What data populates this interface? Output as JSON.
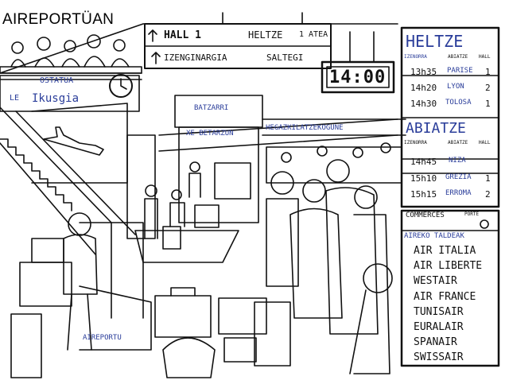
{
  "page": {
    "title": "AIREPORTÜAN"
  },
  "top_sign": {
    "row1": {
      "left": "HALL 1",
      "middle": "HELTZE",
      "right": "1 ATEA"
    },
    "row2": {
      "left": "IZENGINARGIA",
      "right": "SALTEGI"
    }
  },
  "clock_display": "14:00",
  "left_area": {
    "ostatua": "OSTATUA",
    "ikusgia": "Ikusgia",
    "le_prefix": "LE"
  },
  "signs": {
    "batzarri": "BATZARRI",
    "xe_betarzun": "XE BETARZUN",
    "hegazkilatzeko": "HEGAZKILATZEKOGUNE",
    "aireportu": "AIREPORTU"
  },
  "departures": {
    "heading": "HELTZE",
    "columns": [
      "IZENORRA",
      "ABIATZE",
      "HALL"
    ],
    "rows": [
      {
        "time": "13h35",
        "city": "PARISE",
        "hall": "1"
      },
      {
        "time": "14h20",
        "city": "LYON",
        "hall": "2"
      },
      {
        "time": "14h30",
        "city": "TOLOSA",
        "hall": "1"
      }
    ]
  },
  "arrivals": {
    "heading": "ABIATZE",
    "columns": [
      "IZENORRA",
      "ABIATZE",
      "HALL"
    ],
    "rows": [
      {
        "time": "14h45",
        "city": "NIZA",
        "hall": ""
      },
      {
        "time": "15h10",
        "city": "GREZIA",
        "hall": "1"
      },
      {
        "time": "15h15",
        "city": "ERROMA",
        "hall": "2"
      }
    ]
  },
  "commerces": {
    "label": "COMMERCES",
    "sub": "PORTE"
  },
  "airlines": {
    "heading": "AIREKO TALDEAK",
    "items": [
      "AIR ITALIA",
      "AIR LIBERTE",
      "WESTAIR",
      "AIR FRANCE",
      "TUNISAIR",
      "EURALAIR",
      "SPANAIR",
      "SWISSAIR"
    ]
  },
  "colors": {
    "ink": "#111111",
    "blue_pen": "#2a3d9a",
    "paper": "#ffffff"
  }
}
